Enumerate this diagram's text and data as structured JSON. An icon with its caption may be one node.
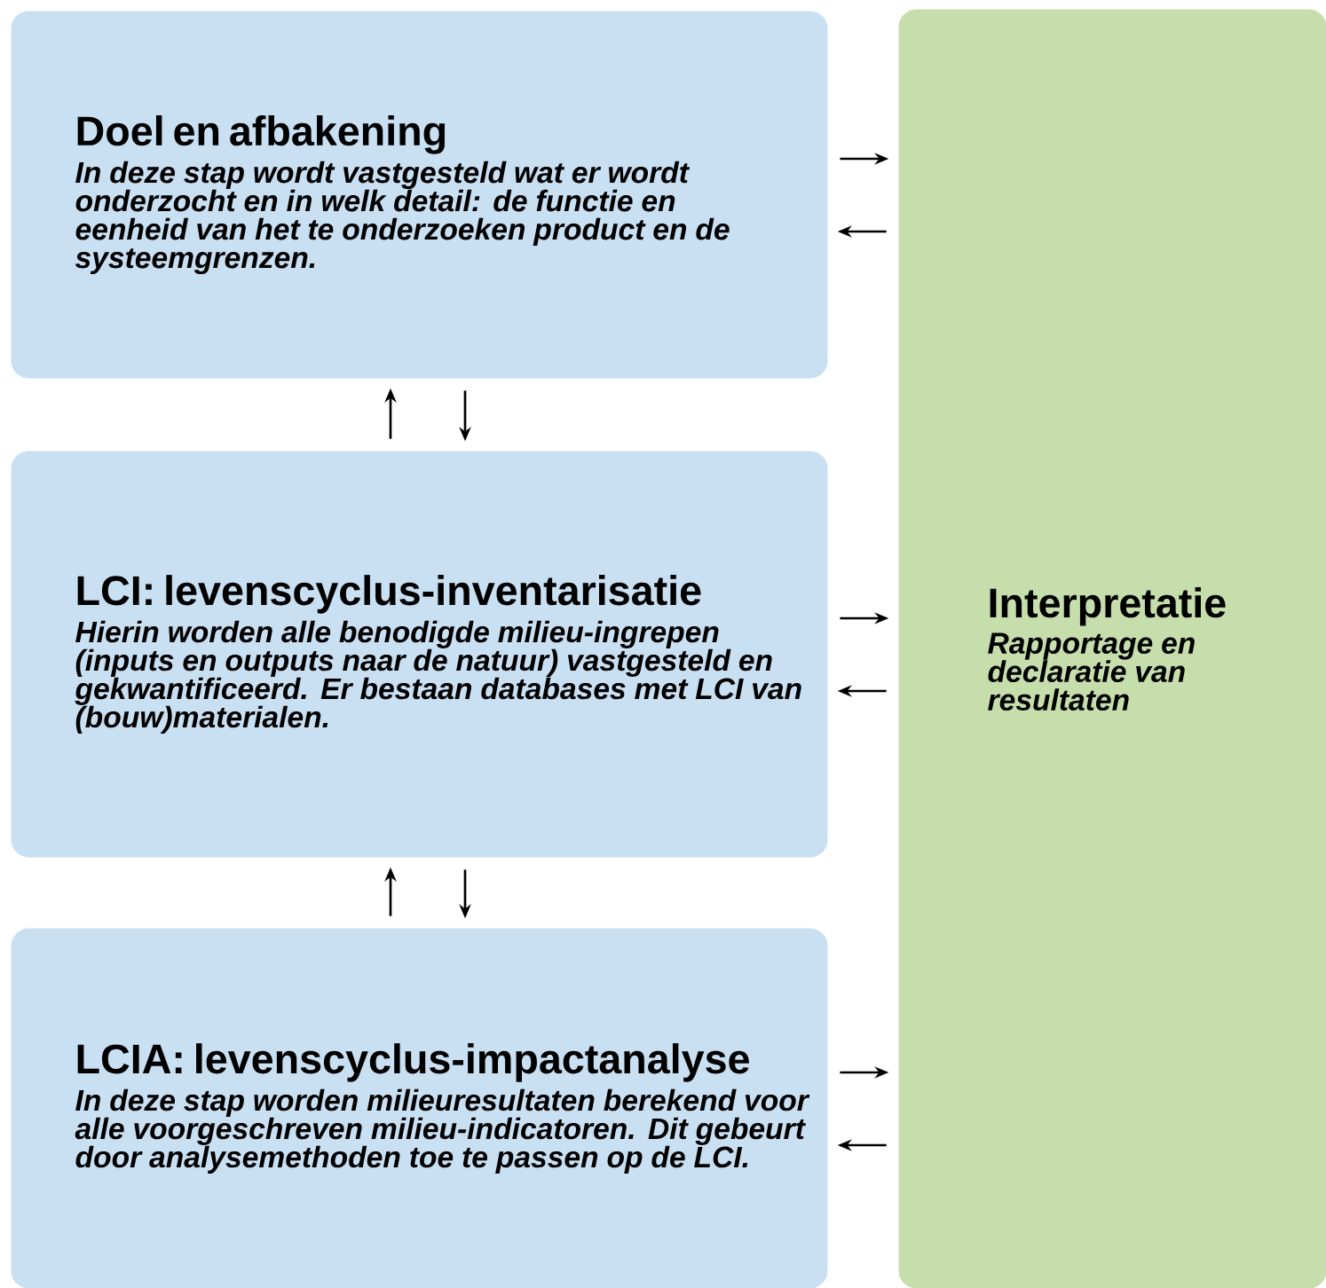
{
  "diagram": {
    "nodes": [
      {
        "text": [
          "Doel en afbakening",
          "In deze stap wordt vastgesteld wat er wordt onderzocht en in welk detail: de functie en eenheid van het te onderzoeken product en de systeemgrenzen."
        ]
      },
      {
        "text": [
          "LCI: levenscyclus-inventarisatie",
          "Hierin worden alle benodigde milieu-ingrepen (inputs en outputs naar de natuur) vastgesteld en gekwantificeerd. Er bestaan databases met LCI van (bouw)materialen."
        ]
      },
      {
        "text": [
          "LCIA: levenscyclus-impactanalyse",
          "In deze stap worden milieuresultaten berekend voor alle voorgeschreven milieu-indicatoren. Dit gebeurt door analysemethoden toe te passen op de LCI."
        ]
      },
      {
        "text": [
          "Interpretatie",
          "Rapportage en declaratie van resultaten"
        ]
      }
    ],
    "edges": [
      {
        "from": 0,
        "to": 3,
        "arrow": "to"
      },
      {
        "from": 3,
        "to": 0,
        "arrow": "to"
      },
      {
        "from": 1,
        "to": 0,
        "arrow": "to"
      },
      {
        "from": 0,
        "to": 1,
        "arrow": "to"
      },
      {
        "from": 1,
        "to": 3,
        "arrow": "to"
      },
      {
        "from": 3,
        "to": 1,
        "arrow": "to"
      },
      {
        "from": 2,
        "to": 1,
        "arrow": "to"
      },
      {
        "from": 1,
        "to": 2,
        "arrow": "to"
      },
      {
        "from": 2,
        "to": 3,
        "arrow": "to"
      },
      {
        "from": 3,
        "to": 2,
        "arrow": "to"
      }
    ]
  }
}
